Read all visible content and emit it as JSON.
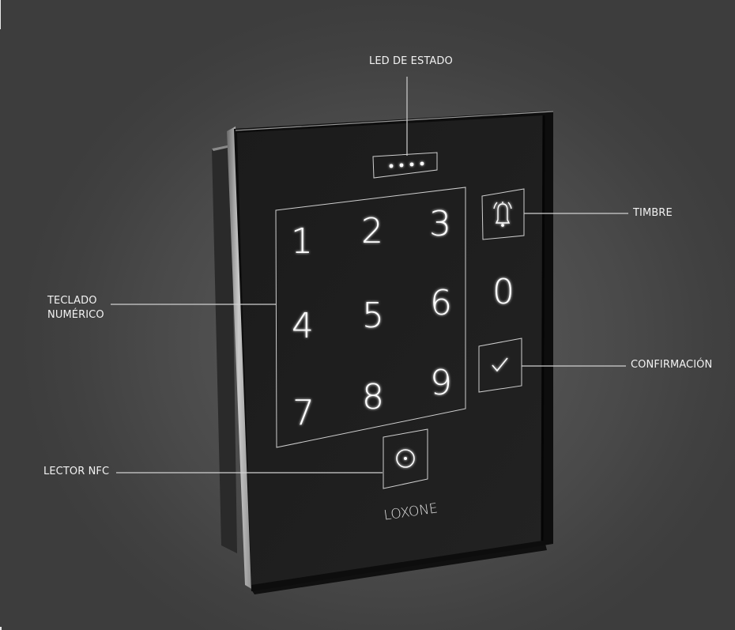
{
  "diagram": {
    "product_brand": "LOXONE",
    "background_color": "#3e3e3e",
    "device_color": "#1e1e1e",
    "line_color": "#d9d9d9",
    "callouts": [
      {
        "id": "led",
        "label": "LED DE ESTADO"
      },
      {
        "id": "bell",
        "label": "TIMBRE"
      },
      {
        "id": "keypad",
        "label_line1": "TECLADO",
        "label_line2": "NUMÉRICO"
      },
      {
        "id": "confirm",
        "label": "CONFIRMACIÓN"
      },
      {
        "id": "nfc",
        "label": "LECTOR NFC"
      }
    ],
    "keypad": {
      "keys": [
        "1",
        "2",
        "3",
        "4",
        "5",
        "6",
        "7",
        "8",
        "9"
      ],
      "zero_key": "0"
    },
    "icons": {
      "status_led": "four-dot-led-icon",
      "bell": "bell-icon",
      "confirm": "checkmark-icon",
      "nfc": "nfc-target-icon"
    }
  }
}
